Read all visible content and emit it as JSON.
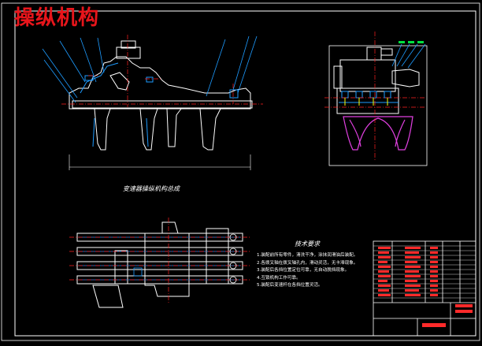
{
  "title": "操纵机构",
  "caption_main": "变速器操纵机构总成",
  "tech_req": {
    "heading": "技术要求",
    "lines": [
      "1.装配前所有零件，清洗干净，涂抹润滑油后装配。",
      "2.各拨叉轴在拨叉轴孔内，滑动灵活，无卡滞现象。",
      "3.装配后各挡位置定位可靠，无自动脱挡现象。",
      "4.互锁机构工作可靠。",
      "5.装配后变速杆在各挡位置灵活。"
    ]
  },
  "colors": {
    "background": "#000000",
    "outline": "#ffffff",
    "centerline": "#ff2020",
    "leader": "#1e9cff",
    "dim": "#00e040",
    "magenta": "#e040e0",
    "yellow": "#ffff00",
    "border": "#ffffff"
  }
}
